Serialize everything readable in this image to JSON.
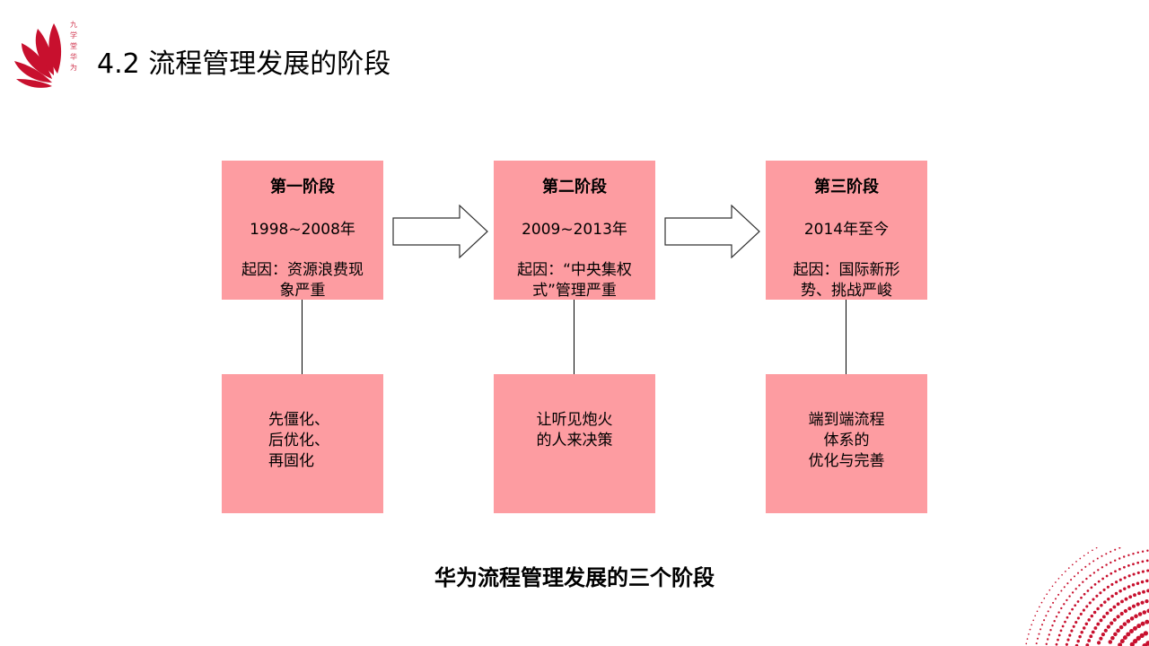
{
  "header": {
    "title": "4.2 流程管理发展的阶段",
    "logo_text": "九学堂华为"
  },
  "stages": [
    {
      "name": "第一阶段",
      "period": "1998~2008年",
      "cause": "起因：资源浪费现象严重",
      "outcome": "先僵化、\n后优化、\n再固化"
    },
    {
      "name": "第二阶段",
      "period": "2009~2013年",
      "cause": "起因：“中央集权式”管理严重",
      "outcome": "让听见炮火\n的人来决策"
    },
    {
      "name": "第三阶段",
      "period": "2014年至今",
      "cause": "起因：国际新形势、挑战严峻",
      "outcome": "端到端流程\n体系的\n优化与完善"
    }
  ],
  "caption": "华为流程管理发展的三个阶段",
  "colors": {
    "box_fill": "#fd9ca1",
    "brand_red": "#c8102e",
    "arrow_stroke": "#333333"
  }
}
